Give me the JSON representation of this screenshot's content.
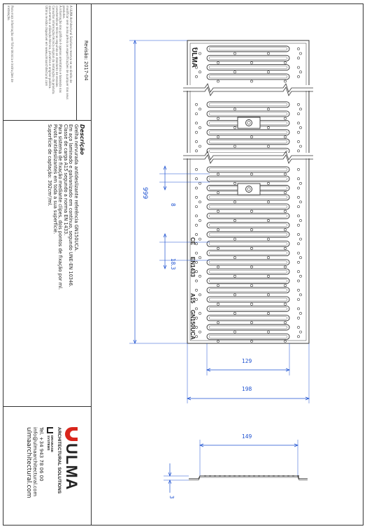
{
  "sheet": {
    "revision": "Revisão: 2017-04",
    "disclaimer": [
      "A ULMA Architectural Solutions reserva-se ao direito de",
      "modificar sem aviso prévio as especificações de qualquer dos seus",
      "produtos.",
      "A informação dos gráficos é apenas orientativa e baseada nas",
      "características técnicas seguindo os standards de ensaios.",
      "Consultar informação técnica original da instalação do produto.",
      "documento a utilização técnica, privativa e original pública.",
      "Última revisão disponível em www.ulmaarchitectural.com"
    ],
    "more_info": [
      "Para mais informação ver ficha técnica e instruções de",
      "instalação."
    ]
  },
  "description": {
    "heading": "Descrição",
    "lines": [
      "Grelha nervurada antideslizante referência GN150UCA.",
      "Em aço laminado e galvanizado em contínuo, segundo UNE-EN 10346.",
      "Classe de carga A15 segundo a norma EN 1433.",
      "Para sistema de fixação mediante clipes, dois pontos de fixação por ml.",
      "Pivots antideslizantes em toda a sua superfície.",
      "Superfície de captação: 392cm²/ml."
    ]
  },
  "company": {
    "brand": "ULMA",
    "tagline": "ARCHITECTURAL SOLUTIONS",
    "division_line1": "DRAINAGE",
    "division_line2": "SYSTEMS",
    "phone": "Tel. +34 943 78 06 00",
    "email": "info@ulmaarchitectural.com",
    "website": "ulmaarchitectural.com"
  },
  "grate_markings": {
    "brand": "ULMA",
    "ce": "CE",
    "norm": "EN1433",
    "load_class": "A15",
    "reference": "GN150UCA"
  },
  "dimensions": {
    "length": "999",
    "pitch": "8",
    "slot": "18.3",
    "inner_width": "129",
    "outer_width": "198",
    "section_width": "149",
    "section_height": "3"
  },
  "colors": {
    "line": "#333333",
    "dimension": "#1a4fd0",
    "red_logo": "#d9261c"
  }
}
